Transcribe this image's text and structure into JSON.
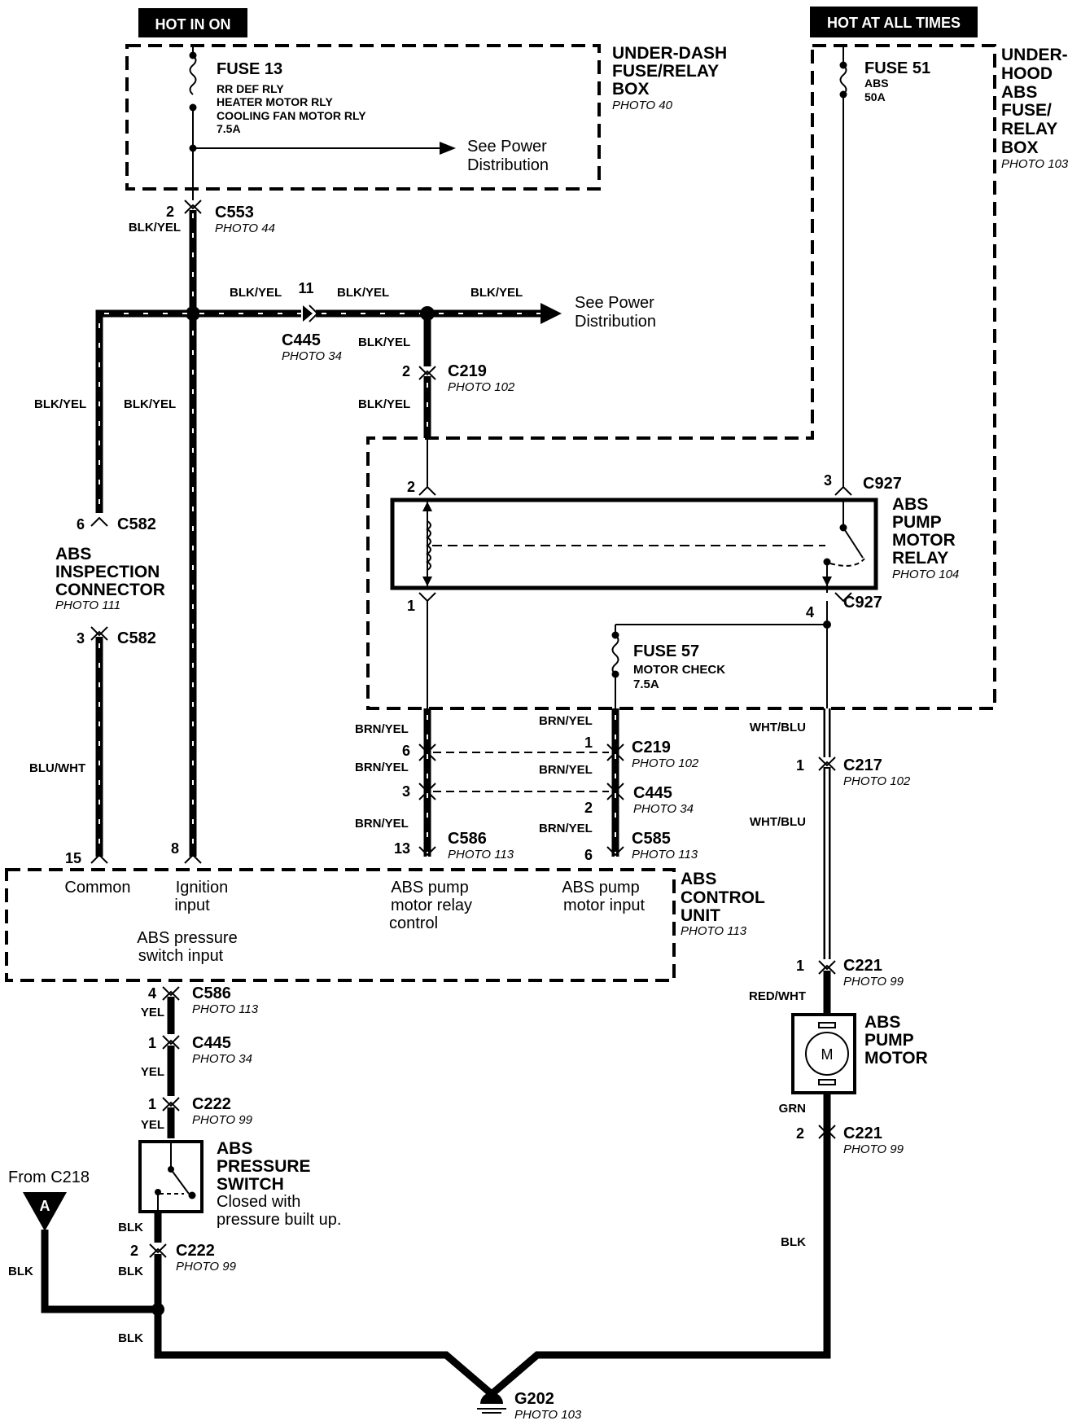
{
  "header": {
    "hot_in_on": "HOT IN ON",
    "hot_at_all_times": "HOT AT ALL TIMES"
  },
  "boxes": {
    "under_dash": {
      "l1": "UNDER-DASH",
      "l2": "FUSE/RELAY",
      "l3": "BOX",
      "photo": "PHOTO 40"
    },
    "under_hood": {
      "l1": "UNDER-",
      "l2": "HOOD",
      "l3": "ABS",
      "l4": "FUSE/",
      "l5": "RELAY",
      "l6": "BOX",
      "photo": "PHOTO 103"
    },
    "abs_control_unit": {
      "l1": "ABS",
      "l2": "CONTROL",
      "l3": "UNIT",
      "photo": "PHOTO 113"
    }
  },
  "fuses": {
    "fuse13": {
      "name": "FUSE 13",
      "d1": "RR DEF RLY",
      "d2": "HEATER MOTOR RLY",
      "d3": "COOLING FAN MOTOR RLY",
      "rating": "7.5A"
    },
    "fuse51": {
      "name": "FUSE 51",
      "d1": "ABS",
      "rating": "50A"
    },
    "fuse57": {
      "name": "FUSE 57",
      "d1": "MOTOR CHECK",
      "rating": "7.5A"
    }
  },
  "see_power": {
    "l1": "See Power",
    "l2": "Distribution"
  },
  "connectors": {
    "c553": {
      "id": "C553",
      "photo": "PHOTO 44",
      "pin": "2"
    },
    "c445_top": {
      "id": "C445",
      "photo": "PHOTO 34",
      "pin": "11"
    },
    "c219_top": {
      "id": "C219",
      "photo": "PHOTO 102",
      "pin": "2"
    },
    "c927_top": {
      "id": "C927",
      "pin": "3"
    },
    "c927_bot": {
      "id": "C927",
      "pin": "4"
    },
    "c582_a": {
      "id": "C582",
      "pin": "6"
    },
    "c582_b": {
      "id": "C582",
      "pin": "3"
    },
    "c219_mid": {
      "id": "C219",
      "photo": "PHOTO 102",
      "pin": "1"
    },
    "c445_mid": {
      "id": "C445",
      "photo": "PHOTO 34",
      "pin": "2"
    },
    "c585": {
      "id": "C585",
      "photo": "PHOTO 113",
      "pin": "6"
    },
    "c586_top": {
      "id": "C586",
      "photo": "PHOTO 113",
      "pin": "13"
    },
    "c217": {
      "id": "C217",
      "photo": "PHOTO 102",
      "pin": "1"
    },
    "c221_a": {
      "id": "C221",
      "photo": "PHOTO 99",
      "pin": "1"
    },
    "c221_b": {
      "id": "C221",
      "photo": "PHOTO 99",
      "pin": "2"
    },
    "c586_bot": {
      "id": "C586",
      "photo": "PHOTO 113",
      "pin": "4"
    },
    "c445_bot": {
      "id": "C445",
      "photo": "PHOTO 34",
      "pin": "1"
    },
    "c222_a": {
      "id": "C222",
      "photo": "PHOTO 99",
      "pin": "1"
    },
    "c222_b": {
      "id": "C222",
      "photo": "PHOTO 99",
      "pin": "2"
    },
    "g202": {
      "id": "G202",
      "photo": "PHOTO 103"
    }
  },
  "pins": {
    "relay_2": "2",
    "relay_1": "1",
    "brn_6": "6",
    "brn_3": "3",
    "cu_15": "15",
    "cu_8": "8"
  },
  "wires": {
    "blk_yel": "BLK/YEL",
    "brn_yel": "BRN/YEL",
    "wht_blu": "WHT/BLU",
    "blu_wht": "BLU/WHT",
    "red_wht": "RED/WHT",
    "grn": "GRN",
    "blk": "BLK",
    "yel": "YEL"
  },
  "components": {
    "abs_inspection": {
      "l1": "ABS",
      "l2": "INSPECTION",
      "l3": "CONNECTOR",
      "photo": "PHOTO 111"
    },
    "relay": {
      "l1": "ABS",
      "l2": "PUMP",
      "l3": "MOTOR",
      "l4": "RELAY",
      "photo": "PHOTO 104"
    },
    "pump_motor": {
      "l1": "ABS",
      "l2": "PUMP",
      "l3": "MOTOR",
      "symbol": "M"
    },
    "pressure_switch": {
      "l1": "ABS",
      "l2": "PRESSURE",
      "l3": "SWITCH",
      "d1": "Closed with",
      "d2": "pressure built up."
    },
    "from": {
      "label": "From C218",
      "letter": "A"
    }
  },
  "cu_terminals": {
    "common": "Common",
    "ignition_1": "Ignition",
    "ignition_2": "input",
    "relay_ctrl_1": "ABS pump",
    "relay_ctrl_2": "motor relay",
    "relay_ctrl_3": "control",
    "motor_in_1": "ABS pump",
    "motor_in_2": "motor input",
    "pressure_1": "ABS pressure",
    "pressure_2": "switch input"
  }
}
